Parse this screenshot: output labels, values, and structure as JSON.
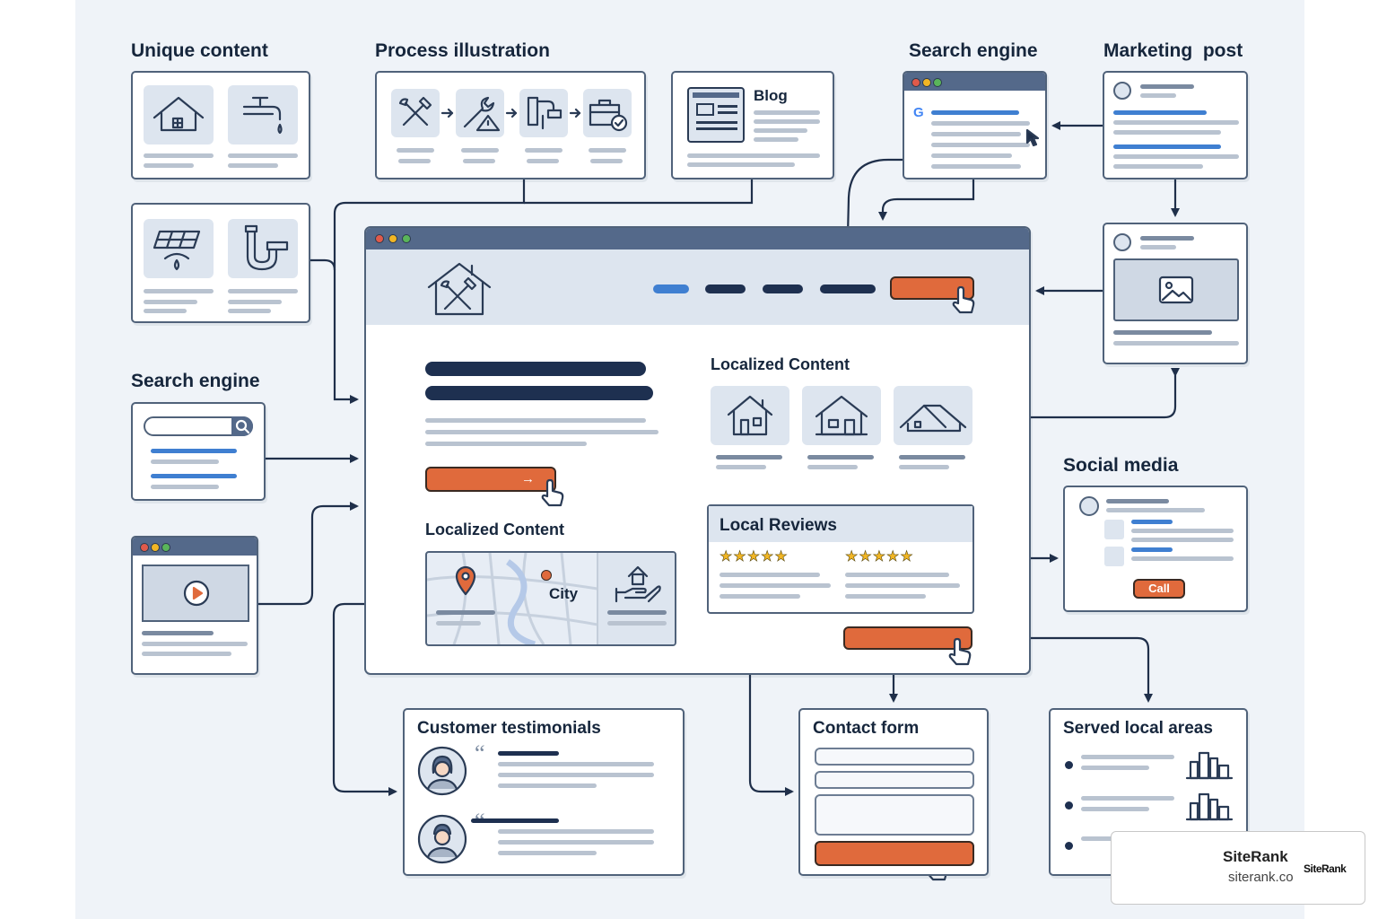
{
  "titles": {
    "unique_content": "Unique content",
    "process_illustration": "Process illustration",
    "search_engine_top": "Search engine",
    "marketing_post": "Marketing  post",
    "search_engine_left": "Search engine",
    "social_media": "Social media"
  },
  "blog": {
    "label": "Blog"
  },
  "main_site": {
    "localized_content_right": "Localized Content",
    "localized_content_left": "Localized Content",
    "map_city": "City",
    "local_reviews": "Local Reviews",
    "review_stars": "★★★★★",
    "hero_button_arrow": "→"
  },
  "social": {
    "call_button": "Call"
  },
  "bottom": {
    "customer_testimonials": "Customer testimonials",
    "contact_form": "Contact form",
    "served_local_areas": "Served local areas"
  },
  "watermark": {
    "brand": "SiteRank",
    "domain": "siterank.co",
    "logo_text": "SiteRank"
  },
  "colors": {
    "background": "#eff3f8",
    "accent_orange": "#e06a3c",
    "navy": "#1e3050",
    "link_blue": "#3f7fd1",
    "window_bar": "#54698a",
    "star_gold": "#f2b624"
  }
}
